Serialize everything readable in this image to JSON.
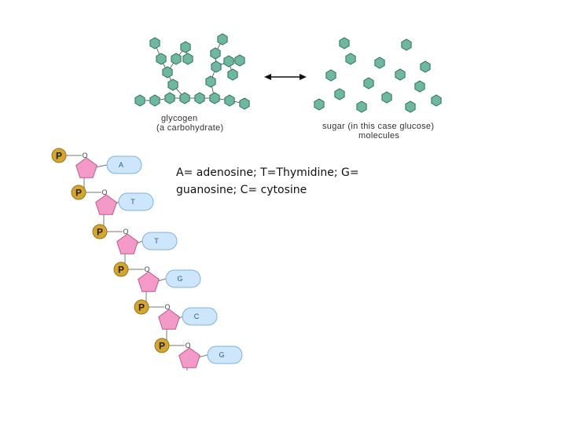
{
  "glycogen": {
    "label_line1": "glycogen",
    "label_line2": "(a carbohydrate)"
  },
  "sugar": {
    "label_line1": "sugar (in this case glucose)",
    "label_line2": "molecules"
  },
  "arrow": {
    "icon": "double-headed-arrow-icon"
  },
  "dna_strand": {
    "phosphate_label": "P",
    "oxygen_label": "O",
    "bases": [
      "A",
      "T",
      "T",
      "G",
      "C",
      "G"
    ]
  },
  "caption": {
    "text": "A= adenosine; T=Thymidine; G= guanosine; C= cytosine"
  },
  "colors": {
    "hexagon_fill": "#6fb8a0",
    "hexagon_stroke": "#2f6f5c",
    "phosphate_fill": "#d4a531",
    "sugar_fill": "#f49ac8",
    "base_fill": "#cde6fb",
    "base_stroke": "#7fb1de"
  }
}
